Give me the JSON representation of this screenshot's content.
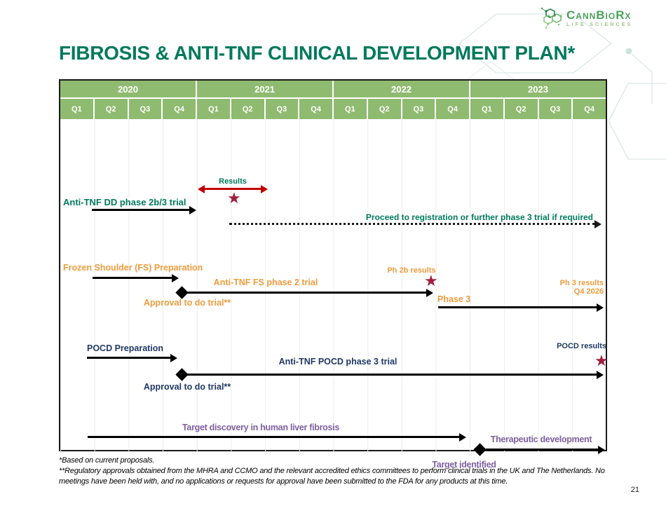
{
  "logo": {
    "brand": "CannBioRx",
    "tagline": "LIFE SCIENCES"
  },
  "title": "FIBROSIS & ANTI-TNF CLINICAL DEVELOPMENT PLAN*",
  "timeline": {
    "years": [
      {
        "label": "2020"
      },
      {
        "label": "2021"
      },
      {
        "label": "2022"
      },
      {
        "label": "2023"
      }
    ],
    "quarters": [
      "Q1",
      "Q2",
      "Q3",
      "Q4",
      "Q1",
      "Q2",
      "Q3",
      "Q4",
      "Q1",
      "Q2",
      "Q3",
      "Q4",
      "Q1",
      "Q2",
      "Q3",
      "Q4"
    ]
  },
  "gantt": {
    "dd": {
      "label": "Anti-TNF DD phase 2b/3 trial",
      "trial_schedule": {
        "start": "2020 Q2",
        "end": "2021 Q1"
      },
      "results_label": "Results",
      "results_schedule": {
        "start": "2021 Q1",
        "end": "2021 Q2"
      },
      "proceed_label": "Proceed to registration or further phase 3 trial if required",
      "proceed_schedule": {
        "start": "2021 Q1",
        "end": "2023 Q4"
      }
    },
    "fs": {
      "prep_label": "Frozen Shoulder (FS) Preparation",
      "prep_schedule": {
        "start": "2020 Q2",
        "end": "2020 Q4"
      },
      "approval_label": "Approval to do trial**",
      "approval_milestone": "2020 Q4",
      "trial_label": "Anti-TNF FS phase 2 trial",
      "trial_schedule": {
        "start": "2020 Q4",
        "end": "2022 Q3"
      },
      "ph2b_results_label": "Ph 2b results",
      "ph2b_results_milestone": "2022 Q3",
      "phase3_label": "Phase 3",
      "phase3_schedule": {
        "start": "2022 Q4",
        "end": "2023 Q4"
      },
      "ph3_results_line1": "Ph 3 results",
      "ph3_results_line2": "Q4 2026"
    },
    "pocd": {
      "prep_label": "POCD Preparation",
      "prep_schedule": {
        "start": "2020 Q1",
        "end": "2020 Q4"
      },
      "approval_label": "Approval to do trial**",
      "approval_milestone": "2020 Q4",
      "trial_label": "Anti-TNF POCD phase 3 trial",
      "trial_schedule": {
        "start": "2020 Q4",
        "end": "2023 Q4"
      },
      "results_label": "POCD results",
      "results_milestone": "2023 Q4"
    },
    "liver": {
      "discovery_label": "Target discovery in human liver fibrosis",
      "discovery_schedule": {
        "start": "2020 Q1",
        "end": "2022 Q4"
      },
      "target_identified_label": "Target identified",
      "target_identified_milestone": "2023 Q1",
      "therapeutic_label": "Therapeutic development",
      "therapeutic_schedule": {
        "start": "2023 Q1",
        "end": "2023 Q4"
      }
    }
  },
  "footnotes": [
    "*Based on current proposals.",
    "**Regulatory approvals obtained from the MHRA and CCMO and the relevant accredited ethics committees to perform clinical trials in the UK and The Netherlands.  No meetings have been held with, and no applications or requests for approval have been submitted to the FDA for any products at this time."
  ],
  "page_number": "21",
  "colors": {
    "title_teal": "#007a5c",
    "header_green": "#8fbb70",
    "orange": "#ee9c3d",
    "navy": "#203864",
    "purple": "#7d5fa0",
    "results_arrow_red": "#c00000",
    "star_crimson": "#a21e3e",
    "bar_black": "#000000"
  }
}
